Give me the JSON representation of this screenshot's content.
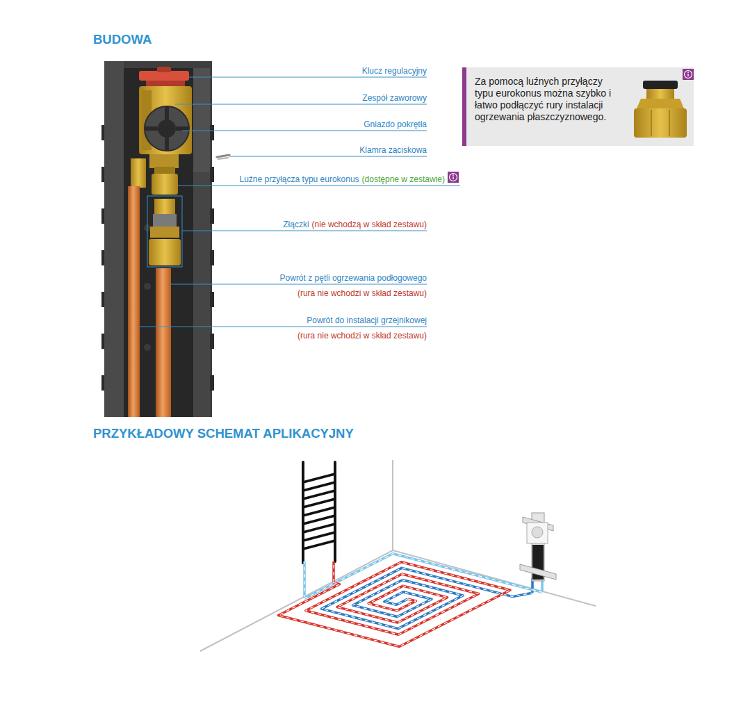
{
  "diagram": {
    "title": "BUDOWA",
    "nodes": [
      {
        "text": [
          "Za pomocą luźnych przyłączy typu eurokonus można szybko i łatwo podłączyć rury instalacji ogrzewania płaszczyznowego."
        ]
      }
    ],
    "labels": [
      "PRZYKŁADOWY SCHEMAT APLIKACYJNY",
      "Klucz regulacyjny",
      "Zespół zaworowy",
      "Gniazdo pokrętła",
      "Klamra zaciskowa",
      "Luźne przyłącza typu eurokonus",
      "(dostępne w zestawie)",
      "Złączki",
      "(nie wchodzą w skład zestawu)",
      "Powrót z pętli ogrzewania podłogowego",
      "(rura nie wchodzi w skład zestawu)",
      "Powrót do instalacji grzejnikowej",
      "(rura nie wchodzi w skład zestawu)"
    ]
  }
}
